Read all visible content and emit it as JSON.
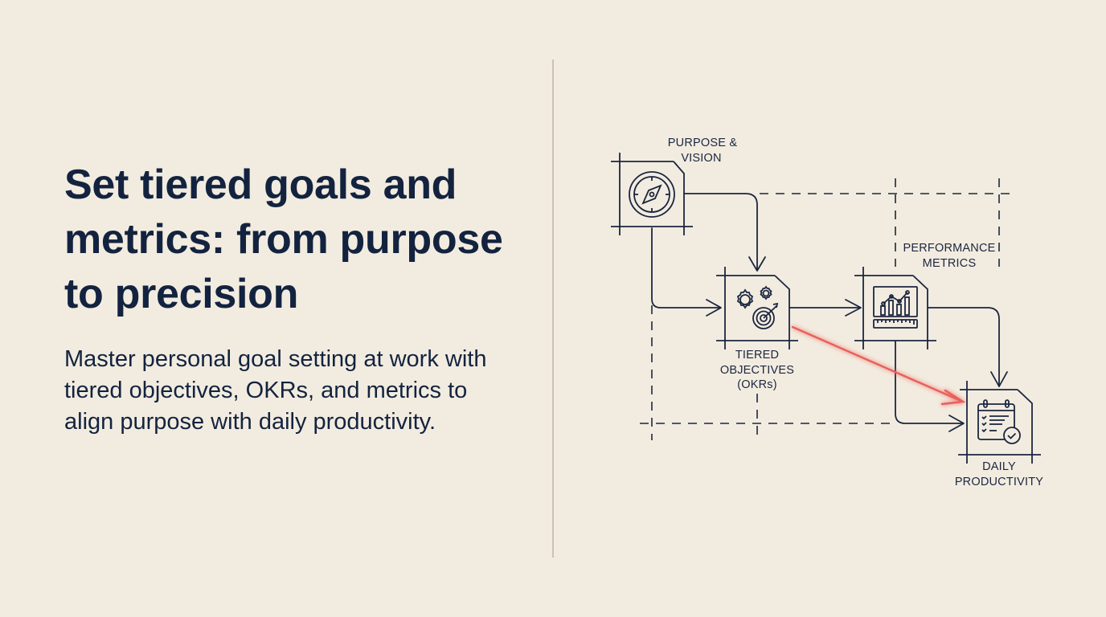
{
  "slide": {
    "title": "Set tiered goals and metrics: from purpose to precision",
    "subtitle": "Master personal goal setting at work with tiered objectives, OKRs, and metrics to align purpose with daily productivity."
  },
  "diagram": {
    "nodes": [
      {
        "id": "purpose",
        "label_line1": "PURPOSE &",
        "label_line2": "VISION",
        "icon": "compass-icon"
      },
      {
        "id": "objectives",
        "label_line1": "TIERED",
        "label_line2": "OBJECTIVES",
        "label_line3": "(OKRs)",
        "icon": "gears-target-icon"
      },
      {
        "id": "metrics",
        "label_line1": "PERFORMANCE",
        "label_line2": "METRICS",
        "icon": "chart-ruler-icon"
      },
      {
        "id": "daily",
        "label_line1": "DAILY",
        "label_line2": "PRODUCTIVITY",
        "icon": "calendar-checklist-icon"
      }
    ],
    "edges": [
      {
        "from": "purpose",
        "to": "objectives",
        "style": "solid"
      },
      {
        "from": "purpose",
        "to": "objectives",
        "style": "solid",
        "route": "down-right"
      },
      {
        "from": "objectives",
        "to": "metrics",
        "style": "solid"
      },
      {
        "from": "metrics",
        "to": "daily",
        "style": "solid"
      },
      {
        "from": "metrics",
        "to": "daily",
        "style": "solid",
        "route": "down-right"
      },
      {
        "from": "objectives",
        "to": "daily",
        "style": "highlight"
      }
    ],
    "colors": {
      "line": "#1b2640",
      "highlight": "#e8605a",
      "background": "#f2ece0",
      "text": "#13233f"
    }
  }
}
